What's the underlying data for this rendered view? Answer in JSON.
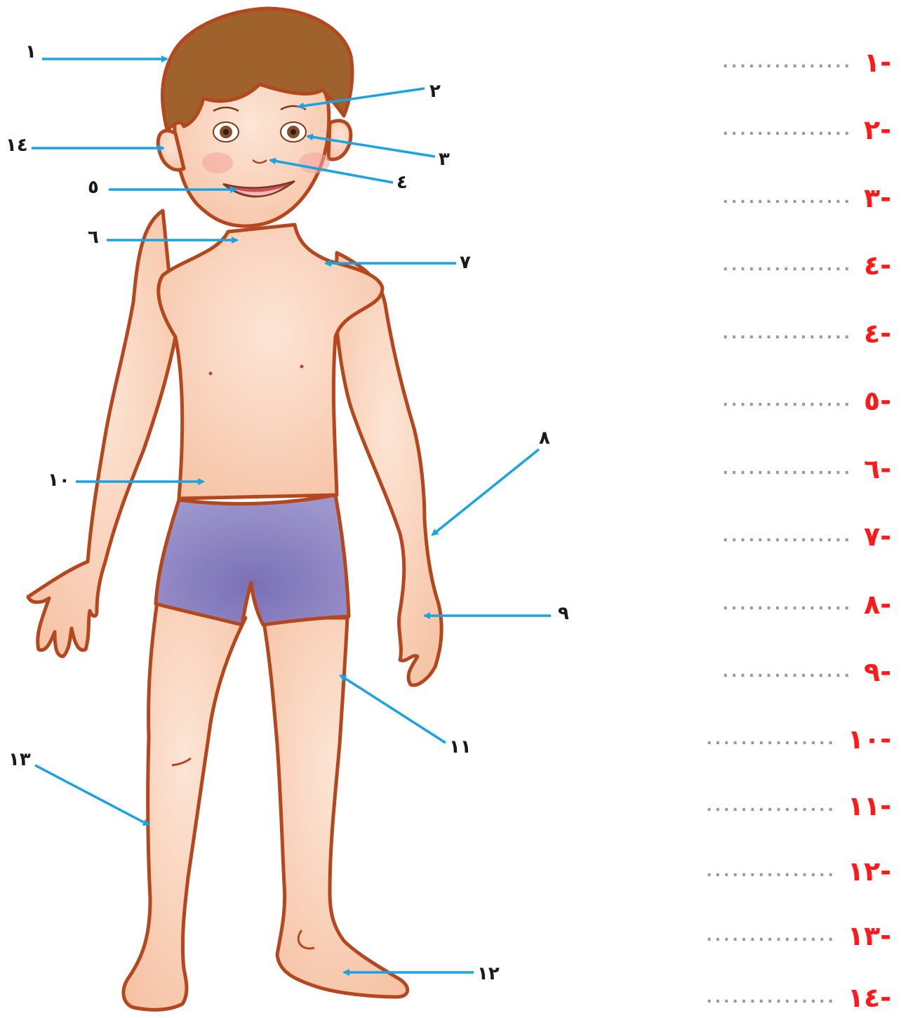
{
  "diagram_labels": [
    {
      "id": "1",
      "text": "١"
    },
    {
      "id": "2",
      "text": "٢"
    },
    {
      "id": "3",
      "text": "٣"
    },
    {
      "id": "4",
      "text": "٤"
    },
    {
      "id": "5",
      "text": "٥"
    },
    {
      "id": "6",
      "text": "٦"
    },
    {
      "id": "7",
      "text": "٧"
    },
    {
      "id": "8",
      "text": "٨"
    },
    {
      "id": "9",
      "text": "٩"
    },
    {
      "id": "10",
      "text": "١٠"
    },
    {
      "id": "11",
      "text": "١١"
    },
    {
      "id": "12",
      "text": "١٢"
    },
    {
      "id": "13",
      "text": "١٣"
    },
    {
      "id": "14",
      "text": "١٤"
    }
  ],
  "answer_lines": [
    {
      "number": "-١",
      "blank": "..............."
    },
    {
      "number": "-٢",
      "blank": "..............."
    },
    {
      "number": "-٣",
      "blank": "..............."
    },
    {
      "number": "-٤",
      "blank": "..............."
    },
    {
      "number": "-٤",
      "blank": "..............."
    },
    {
      "number": "-٥",
      "blank": "..............."
    },
    {
      "number": "-٦",
      "blank": "..............."
    },
    {
      "number": "-٧",
      "blank": "..............."
    },
    {
      "number": "-٨",
      "blank": "..............."
    },
    {
      "number": "-٩",
      "blank": "..............."
    },
    {
      "number": "-١٠",
      "blank": "..............."
    },
    {
      "number": "-١١",
      "blank": "..............."
    },
    {
      "number": "-١٢",
      "blank": "..............."
    },
    {
      "number": "-١٣",
      "blank": "..............."
    },
    {
      "number": "-١٤",
      "blank": "..............."
    }
  ],
  "colors": {
    "arrow": "#1aa3e0",
    "number": "#ff1a1a",
    "skin": "#fbd5bd",
    "outline": "#b5471f",
    "hair": "#a0622d",
    "shorts": "#8d84c0"
  }
}
